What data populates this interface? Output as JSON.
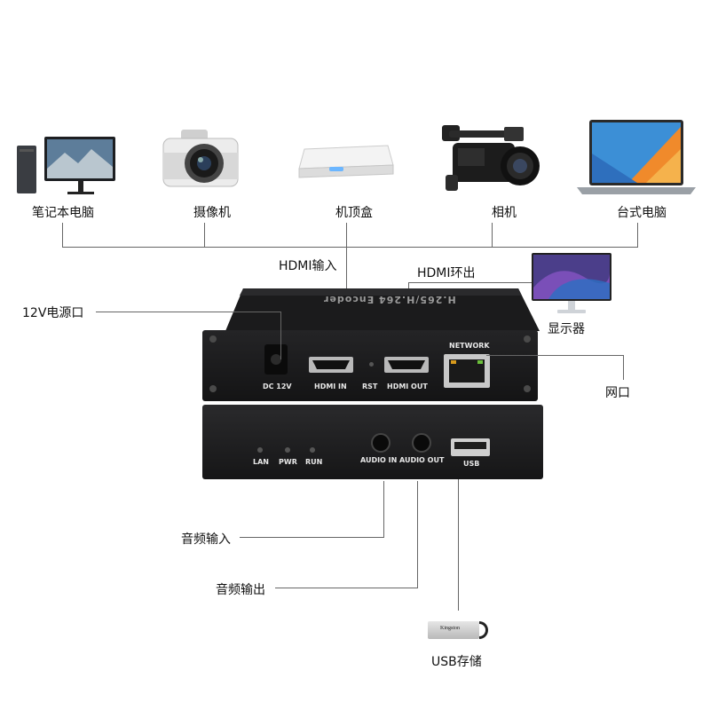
{
  "sources": {
    "laptop_label": "笔记本电脑",
    "camcorder_label": "摄像机",
    "settop_label": "机顶盒",
    "camera_label": "相机",
    "desktop_label": "台式电脑"
  },
  "callouts": {
    "hdmi_in": "HDMI输入",
    "hdmi_loop_out": "HDMI环出",
    "monitor": "显示器",
    "power": "12V电源口",
    "network": "网口",
    "audio_in": "音频输入",
    "audio_out": "音频输出",
    "usb_storage": "USB存储"
  },
  "device": {
    "top_engraving": "H.265/H.264 Encoder",
    "back_panel": {
      "dc": "DC 12V",
      "hdmi_in": "HDMI IN",
      "rst": "RST",
      "hdmi_out": "HDMI OUT",
      "network": "NETWORK"
    },
    "front_panel": {
      "lan": "LAN",
      "pwr": "PWR",
      "run": "RUN",
      "audio_in": "AUDIO IN",
      "audio_out": "AUDIO OUT",
      "usb": "USB"
    }
  },
  "usb_stick": {
    "brand": "Kingston"
  }
}
